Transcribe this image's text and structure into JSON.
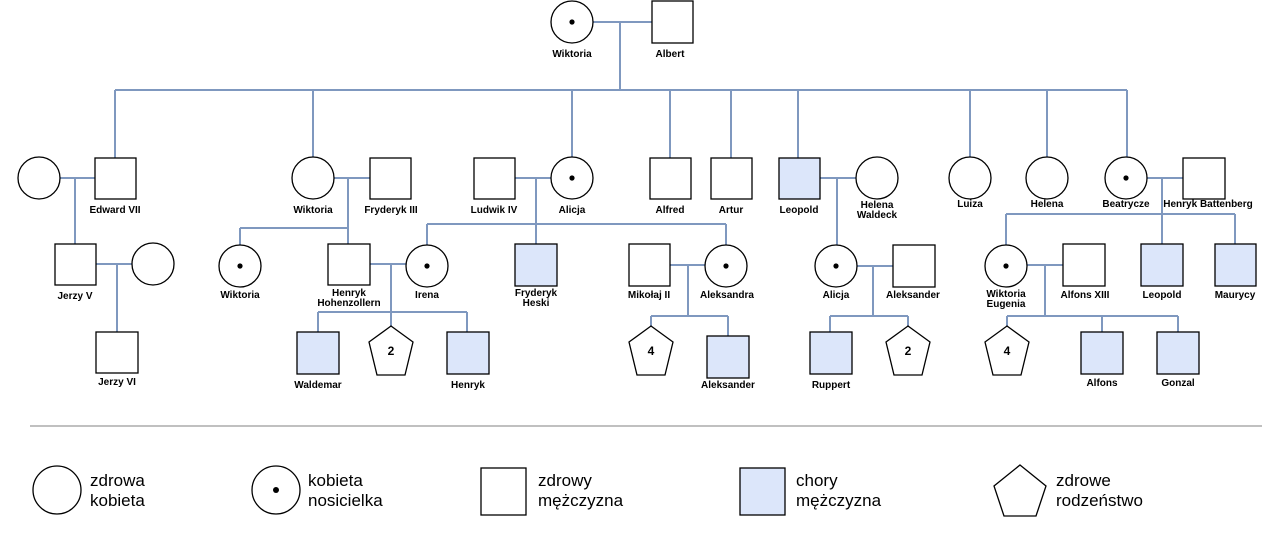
{
  "people": {
    "wiktoria": "Wiktoria",
    "albert": "Albert",
    "edward_vii": "Edward VII",
    "jerzy_v": "Jerzy V",
    "jerzy_vi": "Jerzy VI",
    "wiktoria_d": "Wiktoria",
    "fryderyk_iii": "Fryderyk III",
    "wiktoria_gd": "Wiktoria",
    "henryk_h": [
      "Henryk",
      "Hohenzollern"
    ],
    "irena": "Irena",
    "waldemar": "Waldemar",
    "henryk": "Henryk",
    "ludwik_iv": "Ludwik IV",
    "alicja": "Alicja",
    "fryderyk_h": [
      "Fryderyk",
      "Heski"
    ],
    "mikolaj_ii": "Mikołaj II",
    "aleksandra": "Aleksandra",
    "aleksander_r": "Aleksander",
    "alfred": "Alfred",
    "artur": "Artur",
    "leopold": "Leopold",
    "helena_w": [
      "Helena",
      "Waldeck"
    ],
    "alicja2": "Alicja",
    "aleksander2": "Aleksander",
    "ruppert": "Ruppert",
    "luiza": "Luiza",
    "helena": "Helena",
    "beatrycze": "Beatrycze",
    "henryk_b": "Henryk Battenberg",
    "wiktoria_e": [
      "Wiktoria",
      "Eugenia"
    ],
    "alfons_xiii": "Alfons XIII",
    "leopold2": "Leopold",
    "maurycy": "Maurycy",
    "alfons": "Alfons",
    "gonzal": "Gonzal"
  },
  "siblings": {
    "count_a": "2",
    "count_b": "4",
    "count_c": "2",
    "count_d": "4"
  },
  "legend": {
    "healthy_female": [
      "zdrowa",
      "kobieta"
    ],
    "carrier_female": [
      "kobieta",
      "nosicielka"
    ],
    "healthy_male": [
      "zdrowy",
      "mężczyzna"
    ],
    "affected_male": [
      "chory",
      "mężczyzna"
    ],
    "healthy_siblings": [
      "zdrowe",
      "rodzeństwo"
    ]
  },
  "colors": {
    "line": "#7f98bf",
    "affected_fill": "#dce6fa",
    "outline": "#000000"
  }
}
